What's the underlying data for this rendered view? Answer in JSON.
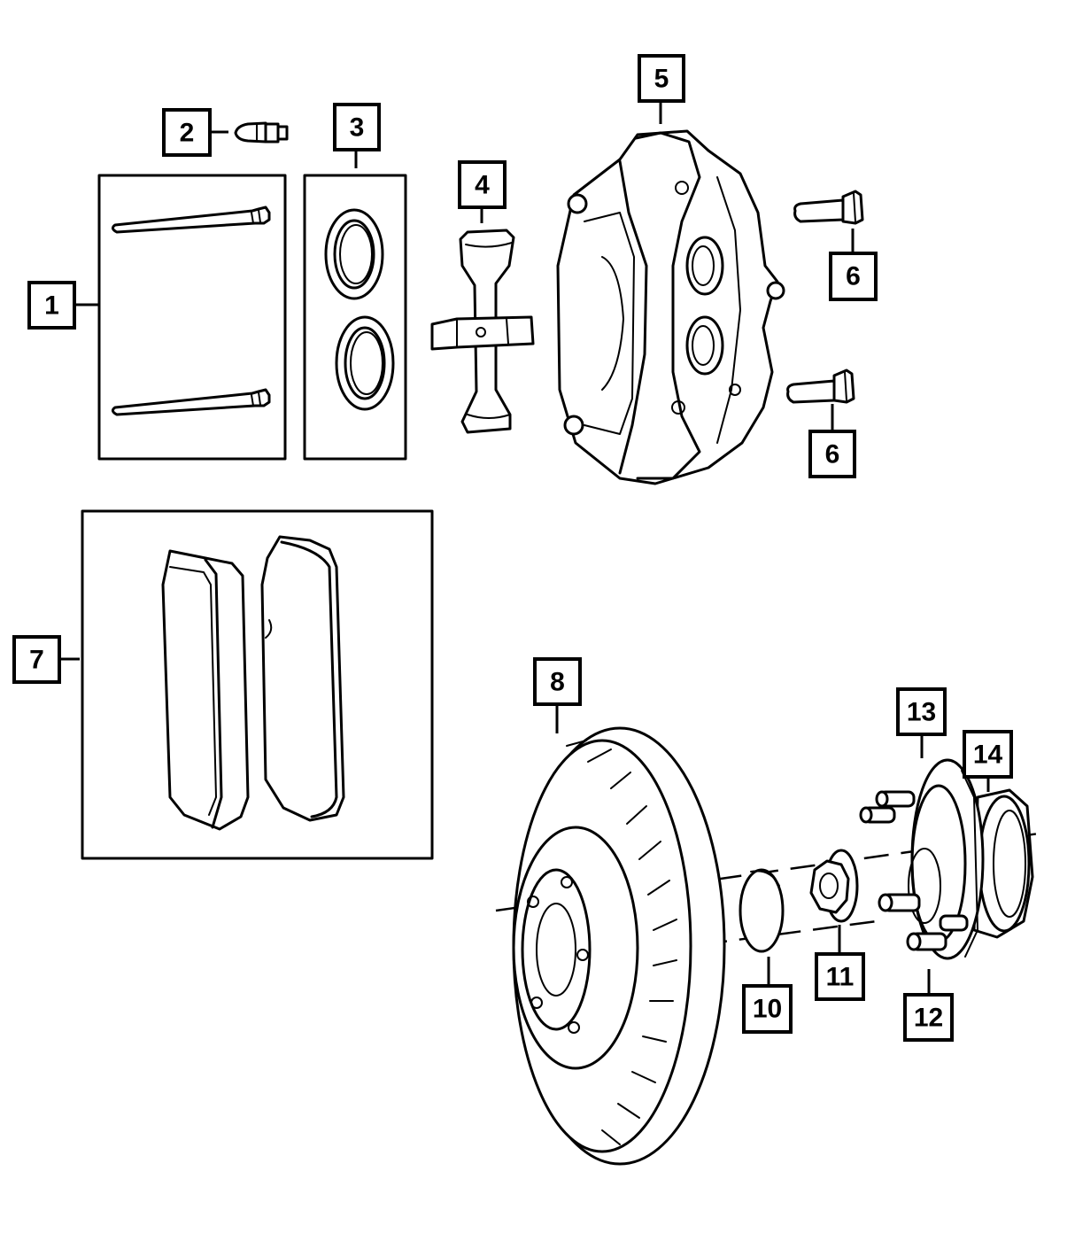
{
  "callouts": {
    "c1": "1",
    "c2": "2",
    "c3": "3",
    "c4": "4",
    "c5": "5",
    "c6a": "6",
    "c6b": "6",
    "c7": "7",
    "c8": "8",
    "c10": "10",
    "c11": "11",
    "c12": "12",
    "c13": "13",
    "c14": "14"
  }
}
